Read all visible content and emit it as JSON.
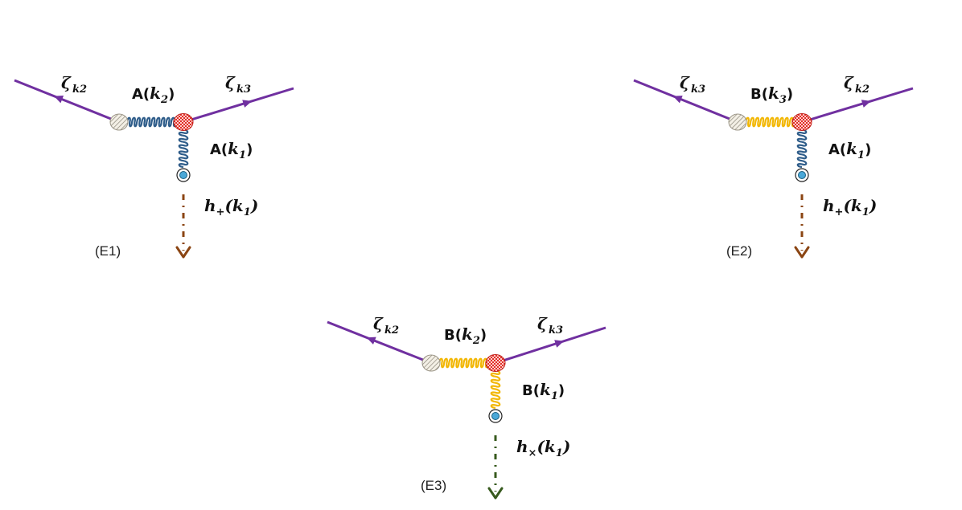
{
  "diagrams": [
    {
      "tag": "(E1)",
      "left_zeta": "ζ",
      "left_zeta_sub": "k2",
      "right_zeta": "ζ",
      "right_zeta_sub": "k3",
      "horiz_field": "A(k2)",
      "vert_field": "A(k1)",
      "tensor": "h+(k1)",
      "horiz_color": "#2f5d8a",
      "vert_color": "#2f5d8a",
      "tensor_color": "#8b4513"
    },
    {
      "tag": "(E2)",
      "left_zeta": "ζ",
      "left_zeta_sub": "k3",
      "right_zeta": "ζ",
      "right_zeta_sub": "k2",
      "horiz_field": "B(k3)",
      "vert_field": "A(k1)",
      "tensor": "h+(k1)",
      "horiz_color": "#f2b705",
      "vert_color": "#2f5d8a",
      "tensor_color": "#8b4513"
    },
    {
      "tag": "(E3)",
      "left_zeta": "ζ",
      "left_zeta_sub": "k2",
      "right_zeta": "ζ",
      "right_zeta_sub": "k3",
      "horiz_field": "B(k2)",
      "vert_field": "B(k1)",
      "tensor": "h×(k1)",
      "horiz_color": "#f2b705",
      "vert_color": "#f2b705",
      "tensor_color": "#375a1e"
    }
  ],
  "colors": {
    "scalar_line": "#7030a0",
    "vertex_red": "#e0302a",
    "vertex_hatched": "#c8c0b0",
    "end_dot": "#4aa8d8"
  }
}
